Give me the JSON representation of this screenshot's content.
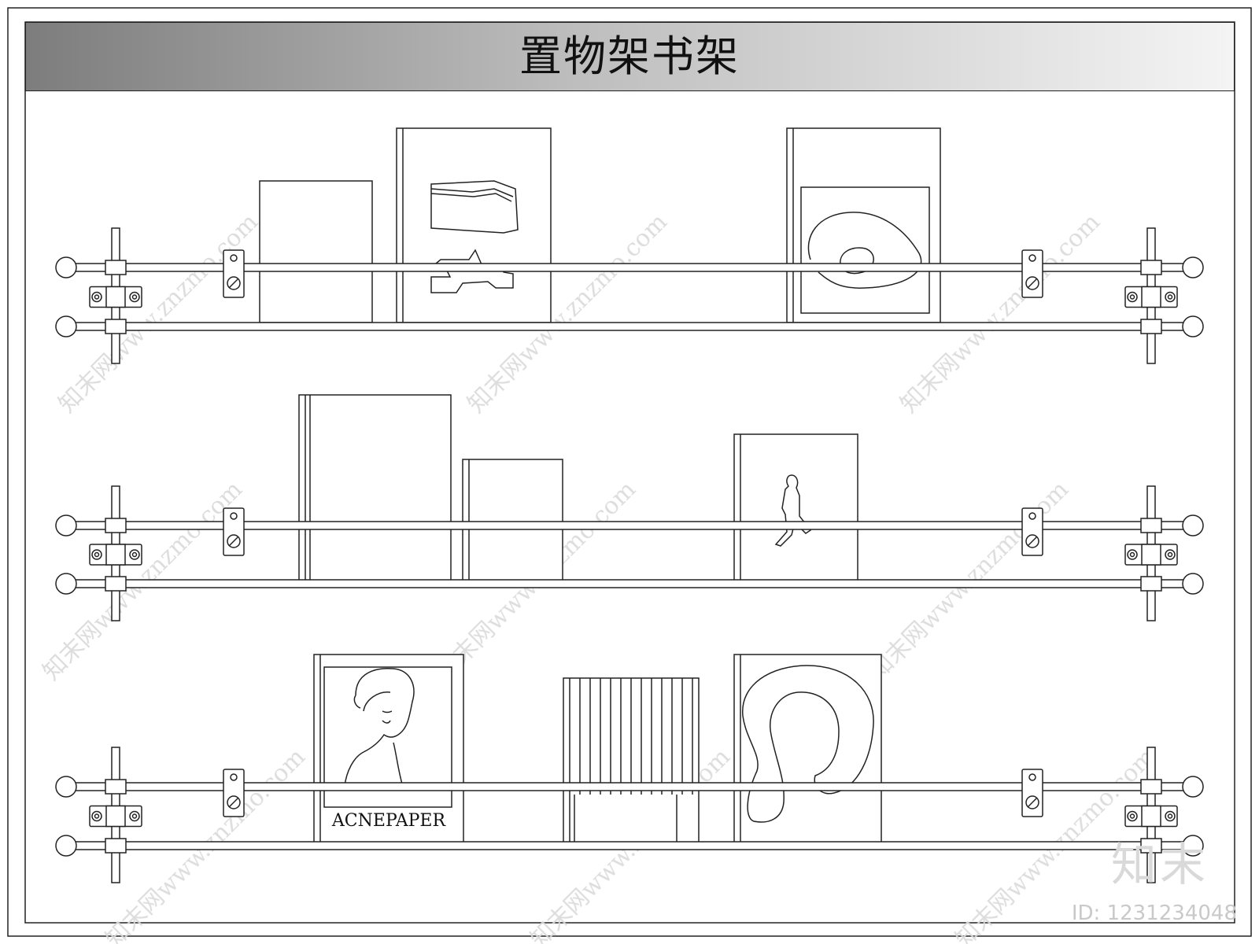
{
  "sheet": {
    "title": "置物架书架",
    "brand_mark": "知末",
    "drawing_id": "ID: 1231234048"
  },
  "shelves": [
    {
      "tier": "top",
      "items": [
        {
          "kind": "plain-panel"
        },
        {
          "kind": "wire-basket-drawing"
        },
        {
          "kind": "spiral-drawing"
        }
      ]
    },
    {
      "tier": "middle",
      "items": [
        {
          "kind": "tall-panel"
        },
        {
          "kind": "short-panel"
        },
        {
          "kind": "walking-figure-poster"
        }
      ]
    },
    {
      "tier": "bottom",
      "items": [
        {
          "kind": "portrait-poster",
          "caption": "ACNEPAPER"
        },
        {
          "kind": "striped-box"
        },
        {
          "kind": "curve-poster"
        }
      ]
    }
  ],
  "colors": {
    "line": "#222222",
    "watermark": "#d0d0d0"
  }
}
